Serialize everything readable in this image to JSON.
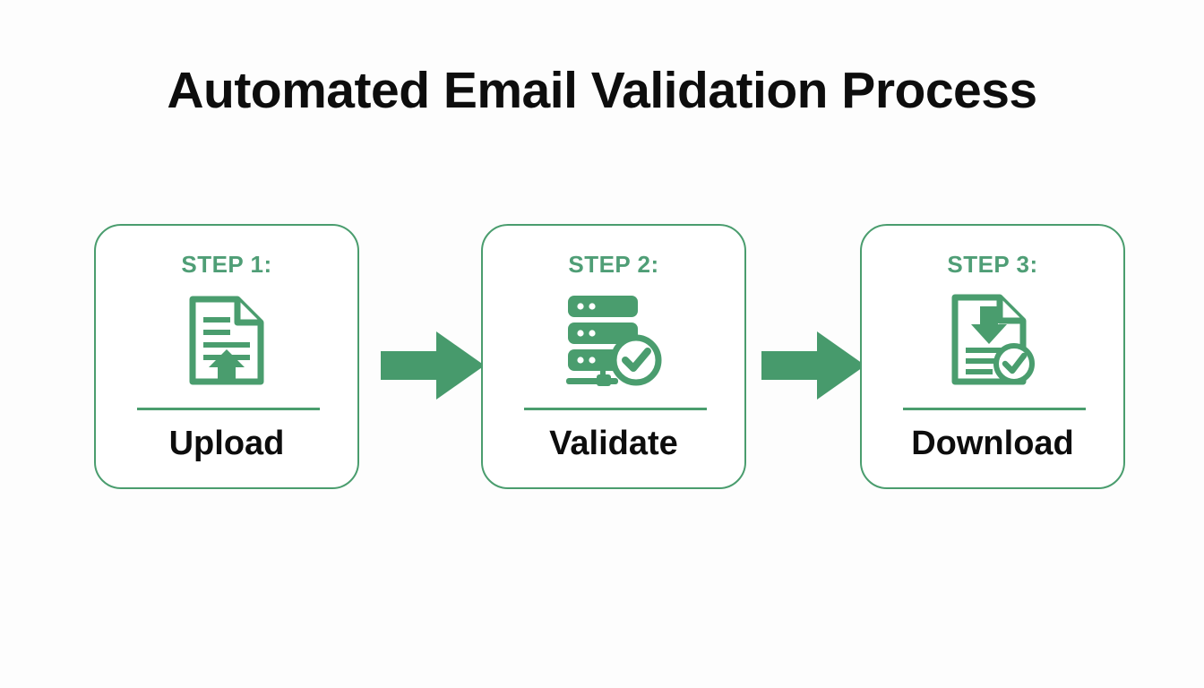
{
  "page": {
    "title": "Automated Email Validation Process",
    "background_color": "#fdfdfd",
    "accent_color": "#4a9d6e",
    "step_label_color": "#4f9e76",
    "title_color": "#0d0d0d"
  },
  "steps": [
    {
      "step_label": "STEP 1:",
      "name": "Upload",
      "icon": "document-upload-icon"
    },
    {
      "step_label": "STEP 2:",
      "name": "Validate",
      "icon": "server-check-icon"
    },
    {
      "step_label": "STEP 3:",
      "name": "Download",
      "icon": "document-download-check-icon"
    }
  ],
  "connectors": [
    {
      "icon": "arrow-right-icon"
    },
    {
      "icon": "arrow-right-icon"
    }
  ]
}
